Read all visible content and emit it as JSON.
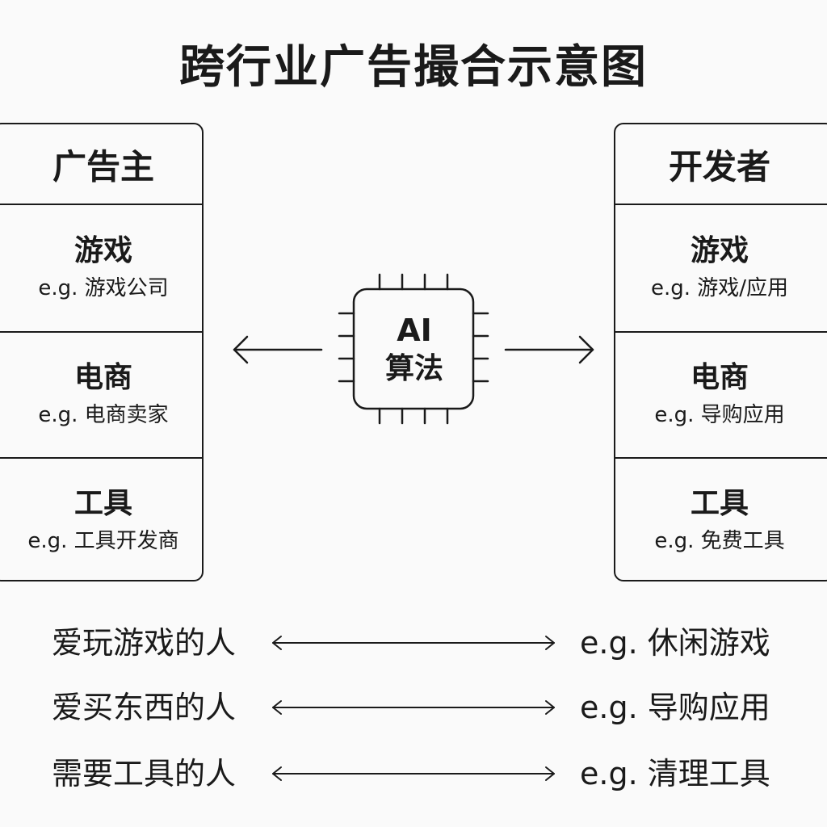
{
  "title": "跨行业广告撮合示意图",
  "advertisers": {
    "header": "广告主",
    "rows": [
      {
        "title": "游戏",
        "example": "e.g. 游戏公司"
      },
      {
        "title": "电商",
        "example": "e.g. 电商卖家"
      },
      {
        "title": "工具",
        "example": "e.g. 工具开发商"
      }
    ]
  },
  "developers": {
    "header": "开发者",
    "rows": [
      {
        "title": "游戏",
        "example": "e.g. 游戏/应用"
      },
      {
        "title": "电商",
        "example": "e.g. 导购应用"
      },
      {
        "title": "工具",
        "example": "e.g. 免费工具"
      }
    ]
  },
  "chip": {
    "line1": "AI",
    "line2": "算法",
    "icon": "chip-icon"
  },
  "mappings": [
    {
      "left": "爱玩游戏的人",
      "right": "e.g. 休闲游戏"
    },
    {
      "left": "爱买东西的人",
      "right": "e.g. 导购应用"
    },
    {
      "left": "需要工具的人",
      "right": "e.g. 清理工具"
    }
  ]
}
